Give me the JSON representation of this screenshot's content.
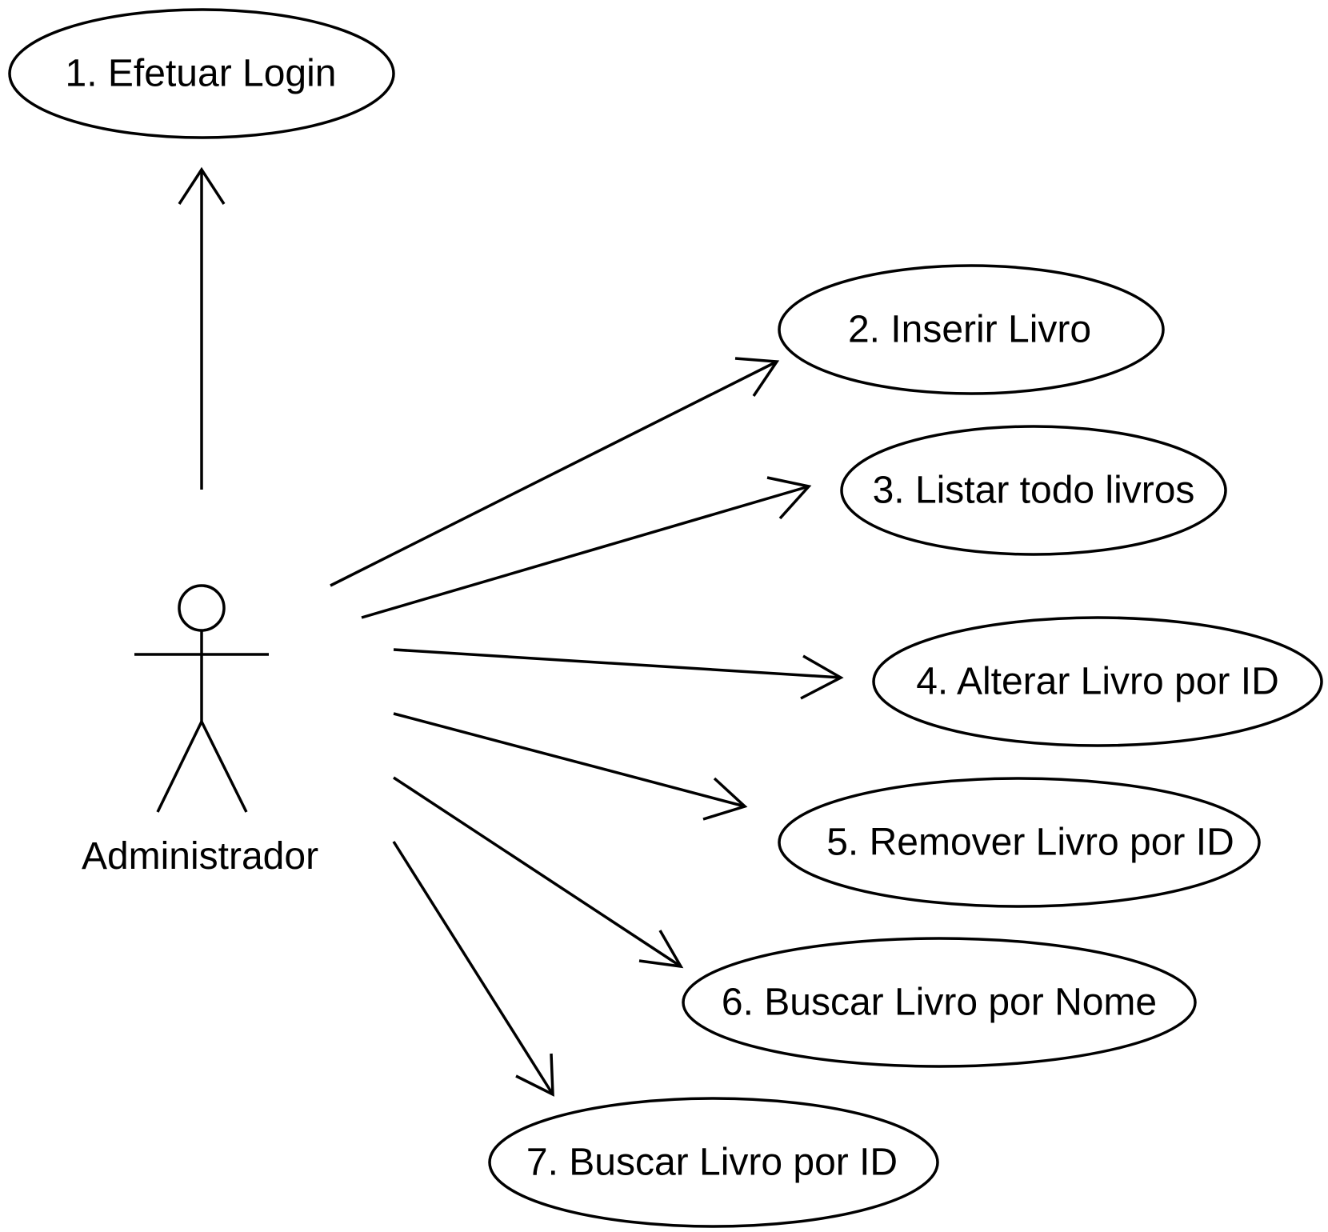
{
  "actor": {
    "name": "Administrador"
  },
  "use_cases": [
    {
      "id": "uc-1",
      "label": "1. Efetuar Login"
    },
    {
      "id": "uc-2",
      "label": "2. Inserir Livro"
    },
    {
      "id": "uc-3",
      "label": "3. Listar todo livros"
    },
    {
      "id": "uc-4",
      "label": "4. Alterar Livro por ID"
    },
    {
      "id": "uc-5",
      "label": "5. Remover Livro por ID"
    },
    {
      "id": "uc-6",
      "label": "6. Buscar Livro por Nome"
    },
    {
      "id": "uc-7",
      "label": "7. Buscar Livro por ID"
    }
  ],
  "associations": [
    {
      "from": "Administrador",
      "to": "1. Efetuar Login",
      "arrow": "open"
    },
    {
      "from": "Administrador",
      "to": "2. Inserir Livro",
      "arrow": "open"
    },
    {
      "from": "Administrador",
      "to": "3. Listar todo livros",
      "arrow": "open"
    },
    {
      "from": "Administrador",
      "to": "4. Alterar Livro por ID",
      "arrow": "open"
    },
    {
      "from": "Administrador",
      "to": "5. Remover Livro por ID",
      "arrow": "open"
    },
    {
      "from": "Administrador",
      "to": "6. Buscar Livro por Nome",
      "arrow": "open"
    },
    {
      "from": "Administrador",
      "to": "7. Buscar Livro por ID",
      "arrow": "open"
    }
  ],
  "colors": {
    "line": "#000000",
    "background": "#ffffff"
  }
}
